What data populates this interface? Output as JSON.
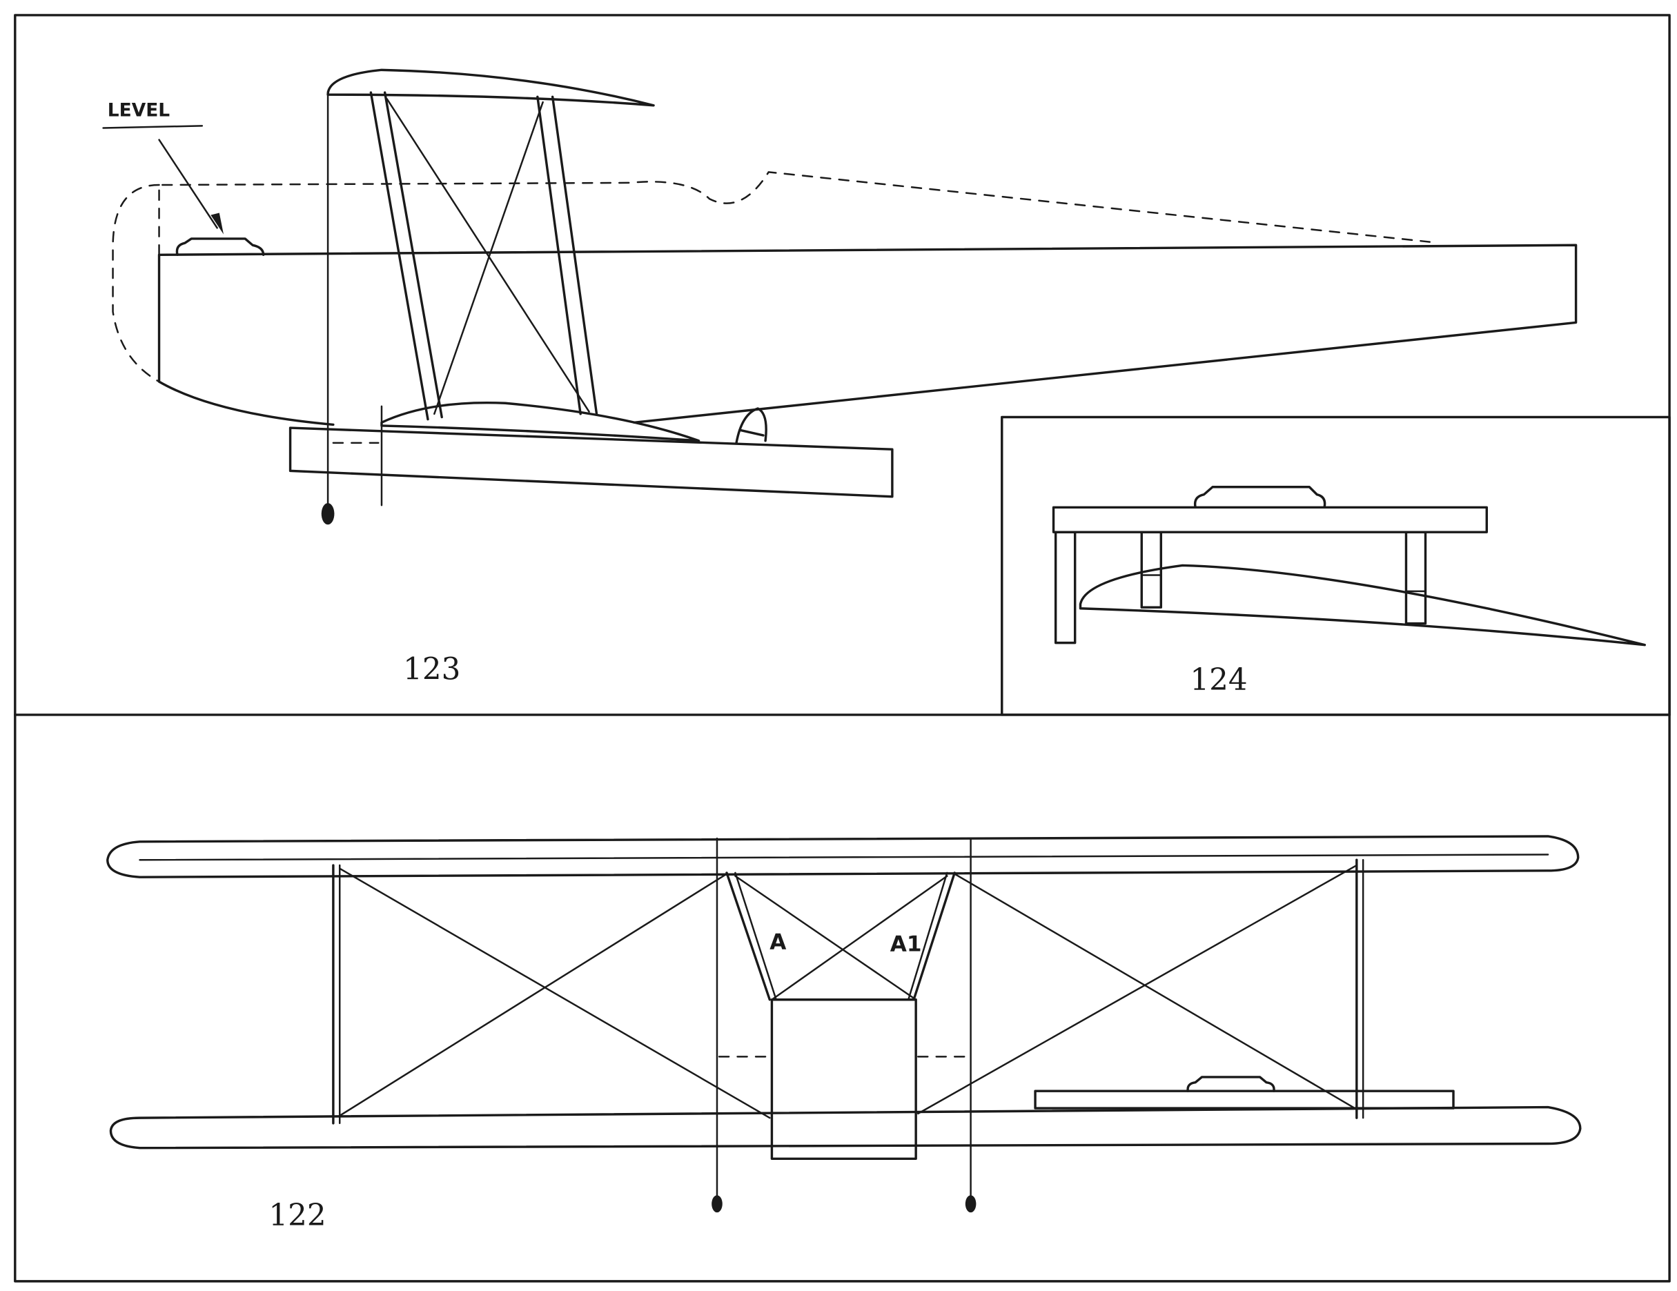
{
  "figures": {
    "fig123": {
      "number": "123",
      "annotation": "LEVEL"
    },
    "fig124": {
      "number": "124"
    },
    "fig122": {
      "number": "122",
      "labels": [
        "A",
        "A1"
      ]
    }
  },
  "colors": {
    "ink": "#1a1a1a",
    "paper": "#ffffff"
  }
}
